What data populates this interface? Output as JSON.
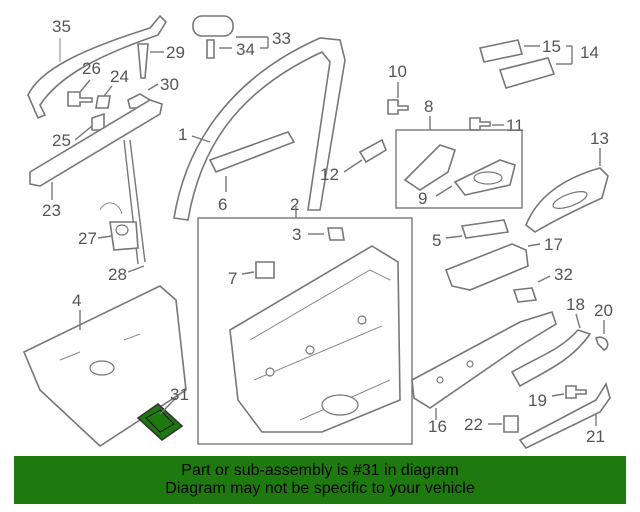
{
  "callouts": {
    "c1": "1",
    "c2": "2",
    "c3": "3",
    "c4": "4",
    "c5": "5",
    "c6": "6",
    "c7": "7",
    "c8": "8",
    "c9": "9",
    "c10": "10",
    "c11": "11",
    "c12": "12",
    "c13": "13",
    "c14": "14",
    "c15": "15",
    "c16": "16",
    "c17": "17",
    "c18": "18",
    "c19": "19",
    "c20": "20",
    "c21": "21",
    "c22": "22",
    "c23": "23",
    "c24": "24",
    "c25": "25",
    "c26": "26",
    "c27": "27",
    "c28": "28",
    "c29": "29",
    "c30": "30",
    "c31": "31",
    "c32": "32",
    "c33": "33",
    "c34": "34",
    "c35": "35"
  },
  "highlight": {
    "part": "31",
    "color": "#1e7a0e"
  },
  "banner": {
    "line1": "Part or sub-assembly is #31 in diagram",
    "line2": "Diagram may not be specific to your vehicle",
    "color": "#1e7a0e"
  }
}
